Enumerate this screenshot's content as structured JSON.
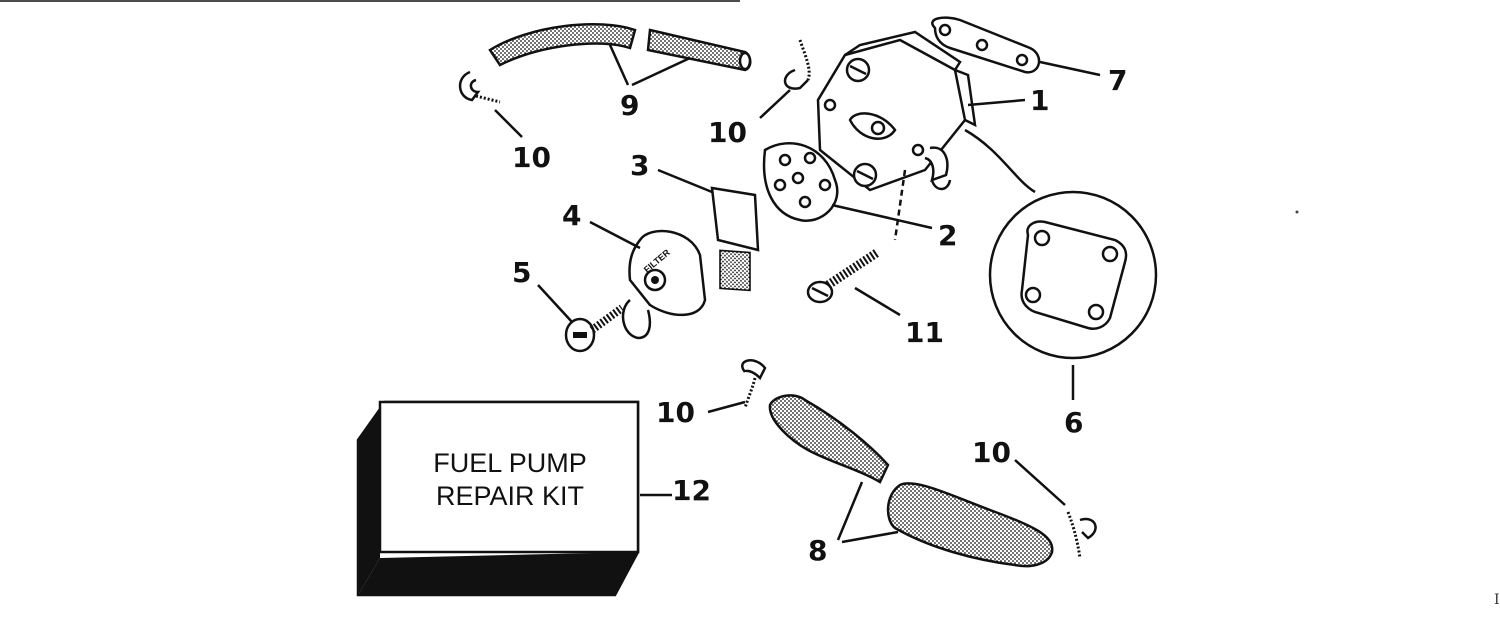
{
  "callouts": {
    "c1": "1",
    "c2": "2",
    "c3": "3",
    "c4": "4",
    "c5": "5",
    "c6": "6",
    "c7": "7",
    "c8": "8",
    "c9": "9",
    "c10a": "10",
    "c10b": "10",
    "c10c": "10",
    "c10d": "10",
    "c11": "11",
    "c12": "12"
  },
  "kit": {
    "line1": "FUEL PUMP",
    "line2": "REPAIR KIT"
  },
  "filter_label": "FILTER",
  "margin_mark": "I",
  "colors": {
    "ink": "#111111",
    "paper": "#ffffff"
  }
}
